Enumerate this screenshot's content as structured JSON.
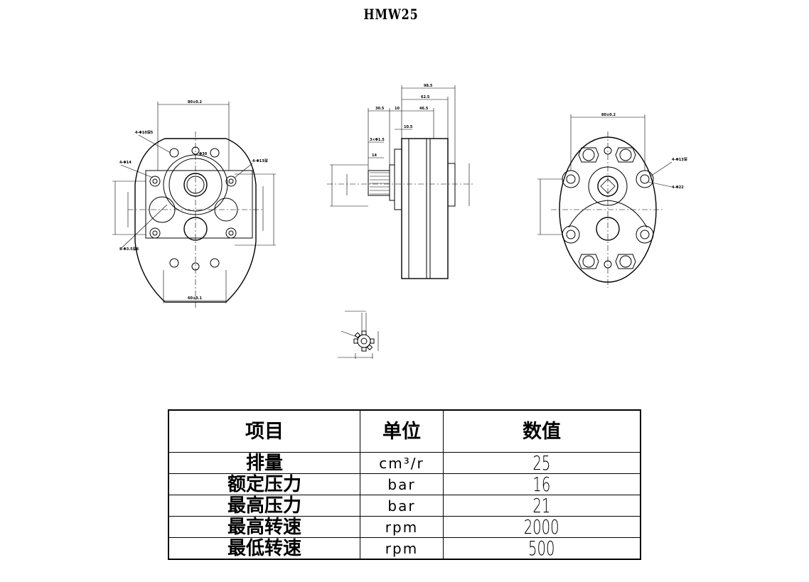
{
  "title": "HMW25",
  "spec_table": {
    "headers": [
      "项目",
      "单位",
      "数值"
    ],
    "rows": [
      {
        "item": "排量",
        "unit": "cm³/r",
        "value": "25"
      },
      {
        "item": "额定压力",
        "unit": "bar",
        "value": "16"
      },
      {
        "item": "最高压力",
        "unit": "bar",
        "value": "21"
      },
      {
        "item": "最高转速",
        "unit": "rpm",
        "value": "2000"
      },
      {
        "item": "最低转速",
        "unit": "rpm",
        "value": "500"
      }
    ]
  }
}
